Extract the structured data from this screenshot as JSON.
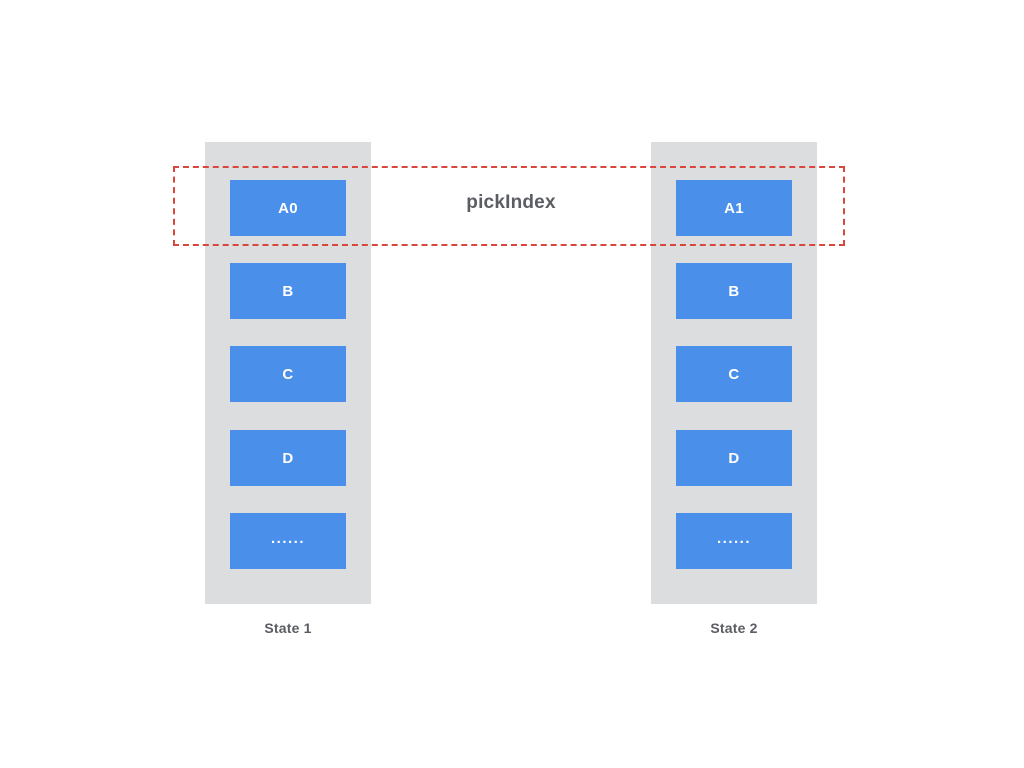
{
  "diagram": {
    "annotation": {
      "label": "pickIndex",
      "highlight_color": "#d9463c",
      "highlight_style": "dashed"
    },
    "colors": {
      "cell_fill": "#4a90ea",
      "cell_text": "#ffffff",
      "column_background": "#dcdddf",
      "label_text": "#5a5d62",
      "page_background": "#ffffff"
    },
    "columns": [
      {
        "id": "state-1",
        "label": "State 1",
        "cells": [
          {
            "label": "A0",
            "highlighted": true
          },
          {
            "label": "B",
            "highlighted": false
          },
          {
            "label": "C",
            "highlighted": false
          },
          {
            "label": "D",
            "highlighted": false
          },
          {
            "label": "......",
            "highlighted": false
          }
        ]
      },
      {
        "id": "state-2",
        "label": "State 2",
        "cells": [
          {
            "label": "A1",
            "highlighted": true
          },
          {
            "label": "B",
            "highlighted": false
          },
          {
            "label": "C",
            "highlighted": false
          },
          {
            "label": "D",
            "highlighted": false
          },
          {
            "label": "......",
            "highlighted": false
          }
        ]
      }
    ]
  }
}
